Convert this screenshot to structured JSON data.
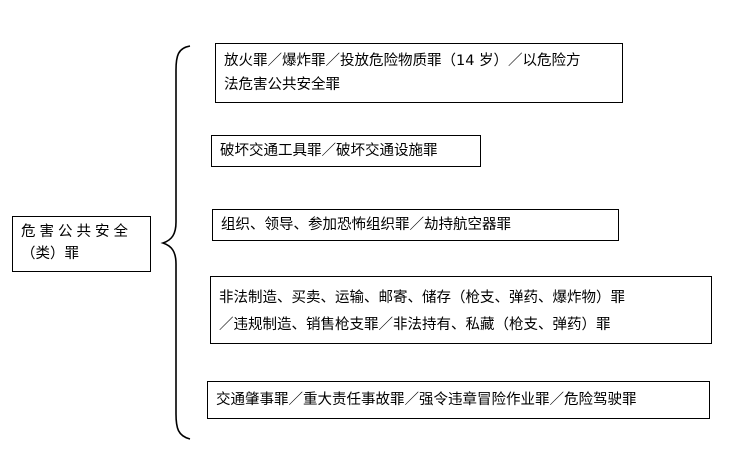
{
  "root": {
    "line1": "危害公共安全",
    "line2": "（类）罪"
  },
  "branches": [
    {
      "lines": [
        "放火罪／爆炸罪／投放危险物质罪（14 岁）／以危险方",
        "法危害公共安全罪"
      ]
    },
    {
      "lines": [
        "破坏交通工具罪／破坏交通设施罪"
      ]
    },
    {
      "lines": [
        "组织、领导、参加恐怖组织罪／劫持航空器罪"
      ]
    },
    {
      "lines": [
        "非法制造、买卖、运输、邮寄、储存（枪支、弹药、爆炸物）罪",
        "／违规制造、销售枪支罪／非法持有、私藏（枪支、弹药）罪"
      ]
    },
    {
      "lines": [
        "交通肇事罪／重大责任事故罪／强令违章冒险作业罪／危险驾驶罪"
      ]
    }
  ]
}
